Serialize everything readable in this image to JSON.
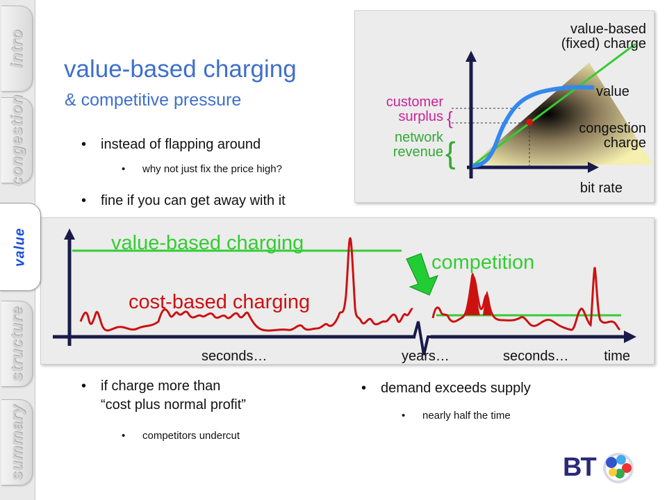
{
  "sidebar": {
    "tabs": [
      {
        "label": "intro"
      },
      {
        "label": "congestion"
      },
      {
        "label": "value"
      },
      {
        "label": "structure"
      },
      {
        "label": "summary"
      }
    ]
  },
  "slide": {
    "title": "value-based charging",
    "subtitle": "& competitive pressure",
    "bullets_top": [
      {
        "text": "instead of flapping around",
        "sub": "why not just fix the price high?"
      },
      {
        "text": "fine if you can get away with it"
      }
    ],
    "bullets_left": [
      {
        "line1": "if charge more than",
        "line2": "“cost plus normal profit”",
        "sub": "competitors undercut"
      }
    ],
    "bullets_right": [
      {
        "text": "demand exceeds supply",
        "sub": "nearly half the time"
      }
    ]
  },
  "value_diagram": {
    "labels": {
      "value_based_1": "value-based",
      "value_based_2": "(fixed) charge",
      "value": "value",
      "congestion_1": "congestion",
      "congestion_2": "charge",
      "customer_1": "customer",
      "customer_2": "surplus",
      "network_1": "network",
      "network_2": "revenue",
      "bit_rate": "bit rate"
    },
    "colors": {
      "fixed_charge": "#33cc33",
      "value_curve": "#3388ee",
      "surplus": "#cc2299",
      "revenue": "#33aa33",
      "operating_point": "#dd1111"
    }
  },
  "time_diagram": {
    "labels": {
      "value_based": "value-based charging",
      "cost_based": "cost-based charging",
      "competition": "competition",
      "seconds_1": "seconds…",
      "years": "years…",
      "seconds_2": "seconds…",
      "time": "time"
    },
    "colors": {
      "value_line": "#33cc33",
      "cost_line": "#cc1111",
      "competition_arrow": "#22cc33",
      "text_green": "#33cc33",
      "text_red": "#cc1111"
    }
  },
  "logo": {
    "text": "BT"
  }
}
